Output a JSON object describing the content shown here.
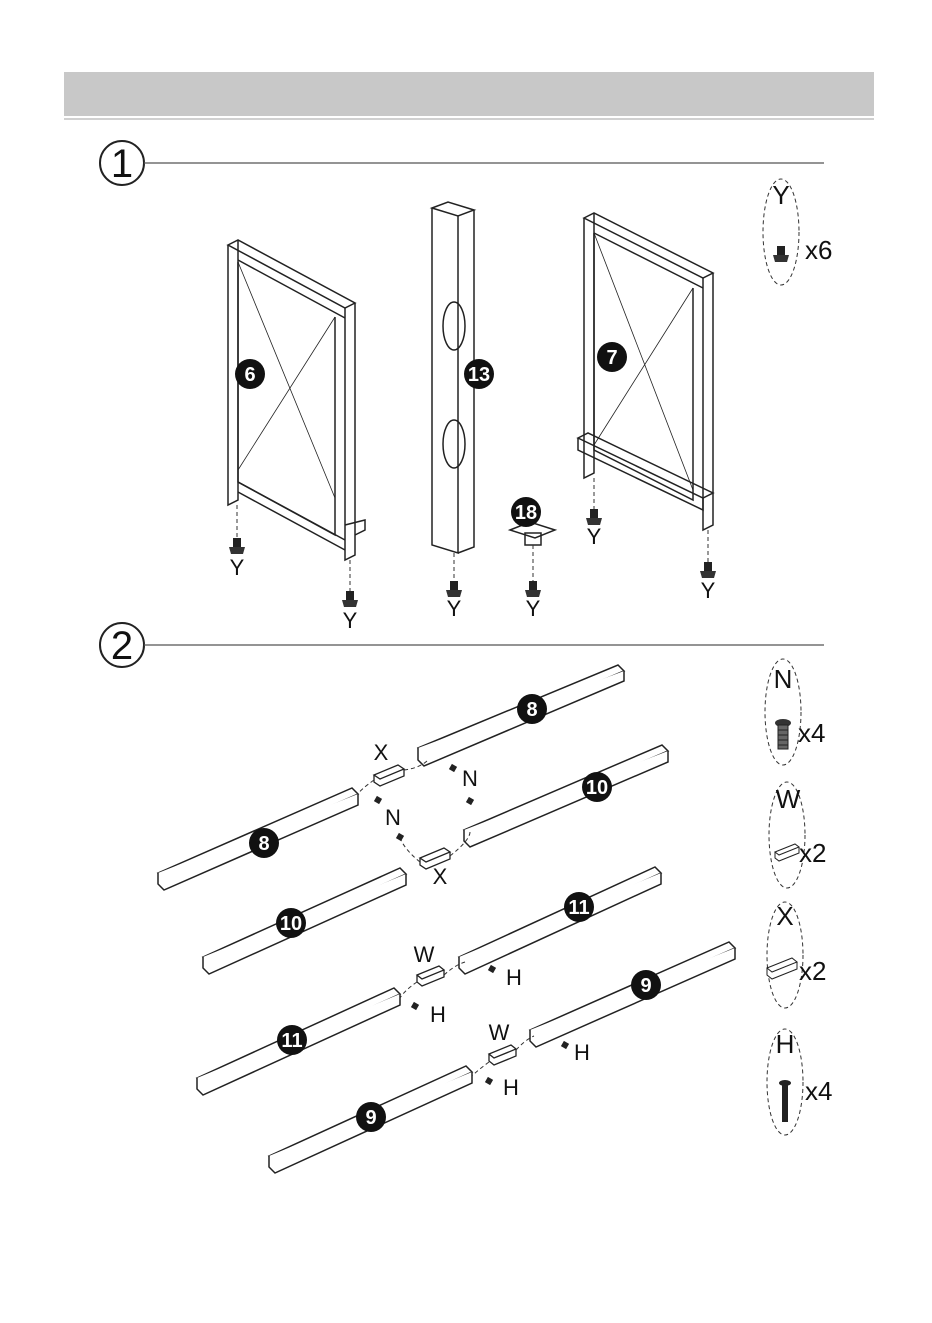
{
  "steps": [
    {
      "number": "1",
      "parts": [
        "6",
        "13",
        "7",
        "18"
      ],
      "fastener_labels": [
        "Y",
        "Y",
        "Y",
        "Y",
        "Y",
        "Y"
      ],
      "hardware": [
        {
          "letter": "Y",
          "qty": "x6",
          "icon": "foot-glide-icon"
        }
      ]
    },
    {
      "number": "2",
      "parts": [
        "8",
        "10",
        "8",
        "10",
        "11",
        "9",
        "11",
        "9"
      ],
      "connector_labels": [
        "X",
        "N",
        "N",
        "X",
        "W",
        "H",
        "H",
        "W",
        "H",
        "H"
      ],
      "hardware": [
        {
          "letter": "N",
          "qty": "x4",
          "icon": "bolt-icon"
        },
        {
          "letter": "W",
          "qty": "x2",
          "icon": "bracket-w-icon"
        },
        {
          "letter": "X",
          "qty": "x2",
          "icon": "bracket-x-icon"
        },
        {
          "letter": "H",
          "qty": "x4",
          "icon": "screw-icon"
        }
      ]
    }
  ]
}
